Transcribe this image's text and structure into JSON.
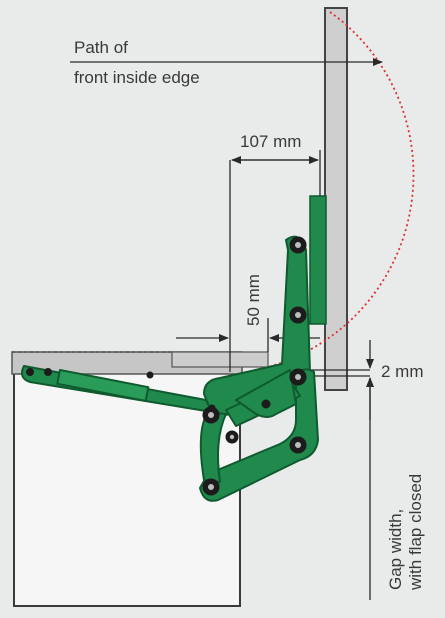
{
  "labels": {
    "path_line1": "Path of",
    "path_line2": "front inside edge",
    "dim_107": "107 mm",
    "dim_50": "50 mm",
    "dim_2": "2 mm",
    "gap_line1": "Gap width,",
    "gap_line2": "with flap closed"
  },
  "colors": {
    "background": "#e9eaea",
    "hinge_green": "#1f8a4c",
    "hinge_dark": "#0f5a2e",
    "cabinet_top": "#c9c9c9",
    "flap_panel": "#cfcfcf",
    "cabinet_body": "#f7f7f7",
    "arc_red": "#e03030",
    "line": "#3a3a3a"
  }
}
